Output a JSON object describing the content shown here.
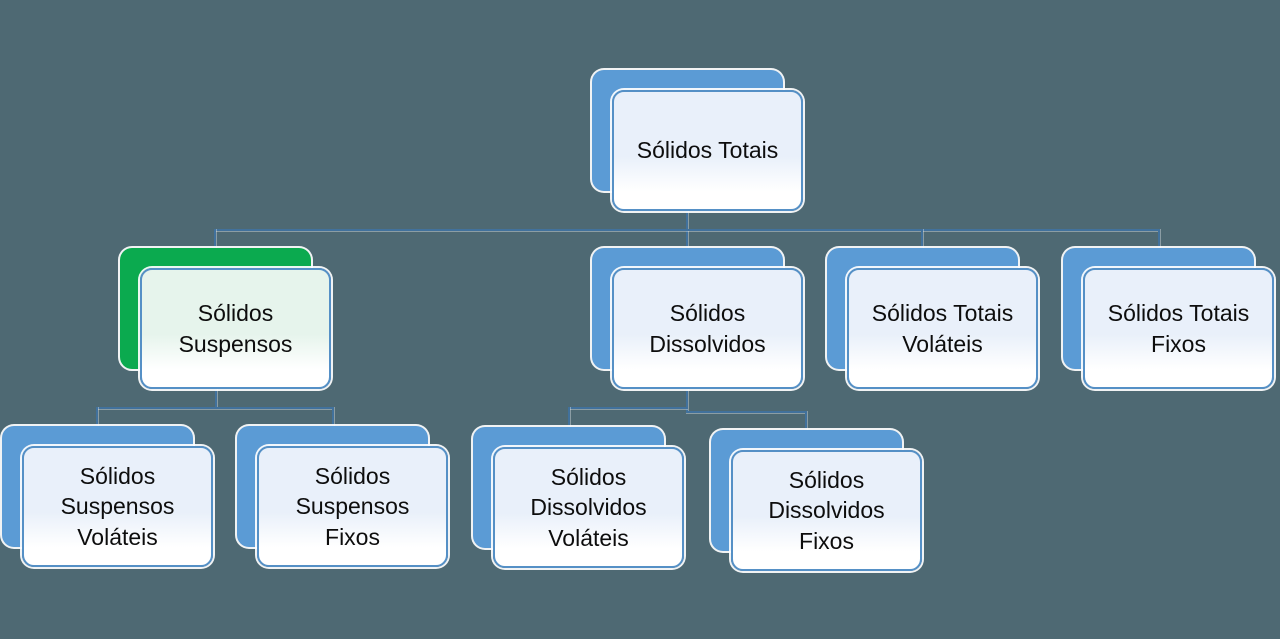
{
  "diagram": {
    "type": "org-chart",
    "nodes": {
      "totais": {
        "label": "Sólidos Totais",
        "variant": "blue",
        "children": [
          "suspensos",
          "dissolvidos",
          "totais_volateis",
          "totais_fixos"
        ]
      },
      "suspensos": {
        "label": "Sólidos Suspensos",
        "variant": "green",
        "children": [
          "suspensos_volateis",
          "suspensos_fixos"
        ]
      },
      "dissolvidos": {
        "label": "Sólidos Dissolvidos",
        "variant": "blue",
        "children": [
          "dissolvidos_volateis",
          "dissolvidos_fixos"
        ]
      },
      "totais_volateis": {
        "label": "Sólidos Totais Voláteis",
        "variant": "blue",
        "children": []
      },
      "totais_fixos": {
        "label": "Sólidos Totais Fixos",
        "variant": "blue",
        "children": []
      },
      "suspensos_volateis": {
        "label": "Sólidos Suspensos Voláteis",
        "variant": "blue",
        "children": []
      },
      "suspensos_fixos": {
        "label": "Sólidos Suspensos Fixos",
        "variant": "blue",
        "children": []
      },
      "dissolvidos_volateis": {
        "label": "Sólidos Dissolvidos Voláteis",
        "variant": "blue",
        "children": []
      },
      "dissolvidos_fixos": {
        "label": "Sólidos Dissolvidos Fixos",
        "variant": "blue",
        "children": []
      }
    }
  },
  "colors": {
    "background": "#4e6973",
    "back_blue": "#5b9bd5",
    "back_green": "#0baa4f",
    "front_border": "#5590c6",
    "front_blue_top": "#e9f0fa",
    "front_green_top": "#e6f4ec",
    "front_bottom": "#ffffff",
    "connector": "#41719c",
    "text": "#0d0d0d"
  }
}
